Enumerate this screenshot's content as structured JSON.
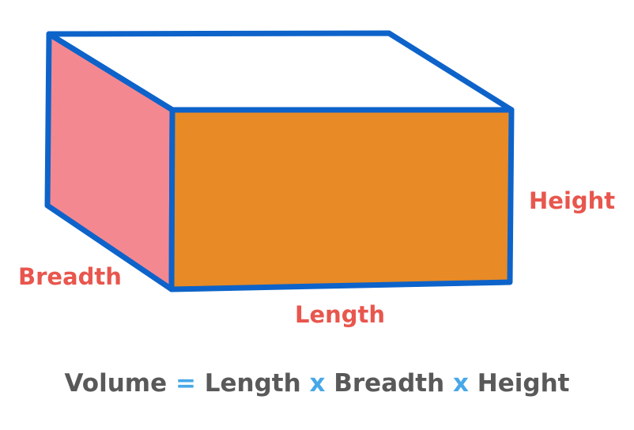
{
  "labels": {
    "height": "Height",
    "breadth": "Breadth",
    "length": "Length"
  },
  "formula": {
    "volume": "Volume",
    "equals": "=",
    "length": "Length",
    "times_1": "x",
    "breadth": "Breadth",
    "times_2": "x",
    "height": "Height"
  },
  "colors": {
    "outline": "#0d63c9",
    "front_face": "#e88a26",
    "side_face": "#f48891",
    "top_face": "#ffffff",
    "label": "#e8564d",
    "formula_text": "#595959",
    "operator": "#47a8e8"
  }
}
